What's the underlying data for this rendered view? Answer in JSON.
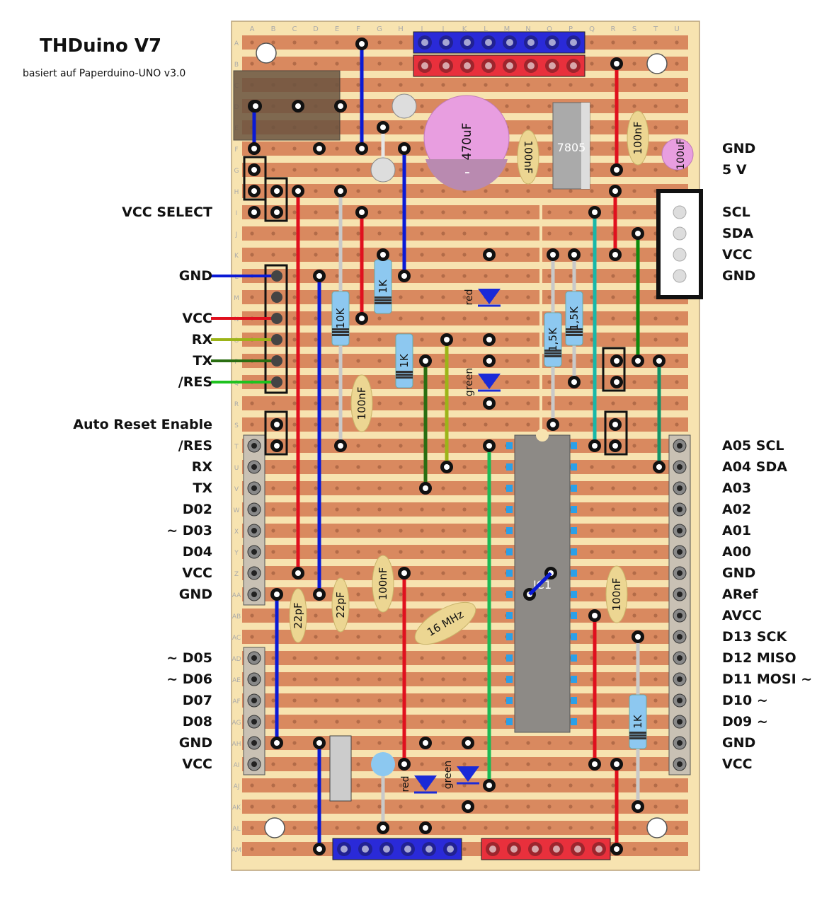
{
  "title": "THDuino V7",
  "subtitle": "basiert auf Paperduino-UNO v3.0",
  "colors": {
    "board": "#f7e3b0",
    "strip": "#d9895f",
    "hole": "#b26b48",
    "wire_blue": "#0a1ad6",
    "wire_red": "#e0101e",
    "wire_green": "#0d8a0d",
    "wire_teal": "#18b7a8",
    "wire_gray": "#c9c9c9",
    "resistor": "#8dc8f0",
    "cap": "#ecd692",
    "elko": "#e89ee0",
    "led": "#1a2ad8"
  },
  "column_letters": [
    "A",
    "B",
    "C",
    "D",
    "E",
    "F",
    "G",
    "H",
    "I",
    "J",
    "K",
    "L",
    "M",
    "N",
    "O",
    "P",
    "Q",
    "R",
    "S",
    "T",
    "U"
  ],
  "row_letters": [
    "A",
    "B",
    "C",
    "D",
    "E",
    "F",
    "G",
    "H",
    "I",
    "J",
    "K",
    "L",
    "M",
    "N",
    "O",
    "P",
    "Q",
    "R",
    "S",
    "T",
    "U",
    "V",
    "W",
    "X",
    "Y",
    "Z",
    "AA",
    "AB",
    "AC",
    "AD",
    "AE",
    "AF",
    "AG",
    "AH",
    "AI",
    "AJ",
    "AK",
    "AL",
    "AM"
  ],
  "left_labels": [
    {
      "text": "VCC SELECT",
      "row": 8
    },
    {
      "text": "GND",
      "row": 11
    },
    {
      "text": "VCC",
      "row": 13
    },
    {
      "text": "RX",
      "row": 14
    },
    {
      "text": "TX",
      "row": 15
    },
    {
      "text": "/RES",
      "row": 16
    },
    {
      "text": "Auto Reset Enable",
      "row": 18
    },
    {
      "text": "/RES",
      "row": 19
    },
    {
      "text": "RX",
      "row": 20
    },
    {
      "text": "TX",
      "row": 21
    },
    {
      "text": "D02",
      "row": 22
    },
    {
      "text": "~ D03",
      "row": 23
    },
    {
      "text": "D04",
      "row": 24
    },
    {
      "text": "VCC",
      "row": 25
    },
    {
      "text": "GND",
      "row": 26
    },
    {
      "text": "~ D05",
      "row": 29
    },
    {
      "text": "~ D06",
      "row": 30
    },
    {
      "text": "D07",
      "row": 31
    },
    {
      "text": "D08",
      "row": 32
    },
    {
      "text": "GND",
      "row": 33
    },
    {
      "text": "VCC",
      "row": 34
    }
  ],
  "right_labels": [
    {
      "text": "GND",
      "row": 5
    },
    {
      "text": "5 V",
      "row": 6
    },
    {
      "text": "SCL",
      "row": 8
    },
    {
      "text": "SDA",
      "row": 9
    },
    {
      "text": "VCC",
      "row": 10
    },
    {
      "text": "GND",
      "row": 11
    },
    {
      "text": "A05 SCL",
      "row": 19
    },
    {
      "text": "A04 SDA",
      "row": 20
    },
    {
      "text": "A03",
      "row": 21
    },
    {
      "text": "A02",
      "row": 22
    },
    {
      "text": "A01",
      "row": 23
    },
    {
      "text": "A00",
      "row": 24
    },
    {
      "text": "GND",
      "row": 25
    },
    {
      "text": "ARef",
      "row": 26
    },
    {
      "text": "AVCC",
      "row": 27
    },
    {
      "text": "D13 SCK",
      "row": 28
    },
    {
      "text": "D12 MISO",
      "row": 29
    },
    {
      "text": "D11 MOSI ~",
      "row": 30
    },
    {
      "text": "D10 ~",
      "row": 31
    },
    {
      "text": "D09 ~",
      "row": 32
    },
    {
      "text": "GND",
      "row": 33
    },
    {
      "text": "VCC",
      "row": 34
    }
  ],
  "components": {
    "elko_470": "470uF",
    "elko_100": "100uF",
    "regulator": "7805",
    "cap_100nf": "100nF",
    "cap_22pf": "22pF",
    "crystal": "16 MHz",
    "res_10k": "10K",
    "res_1k": "1K",
    "res_1_5k": "1,5K",
    "ic": "IC1",
    "led_red": "red",
    "led_green": "green",
    "polarity_minus": "-"
  }
}
